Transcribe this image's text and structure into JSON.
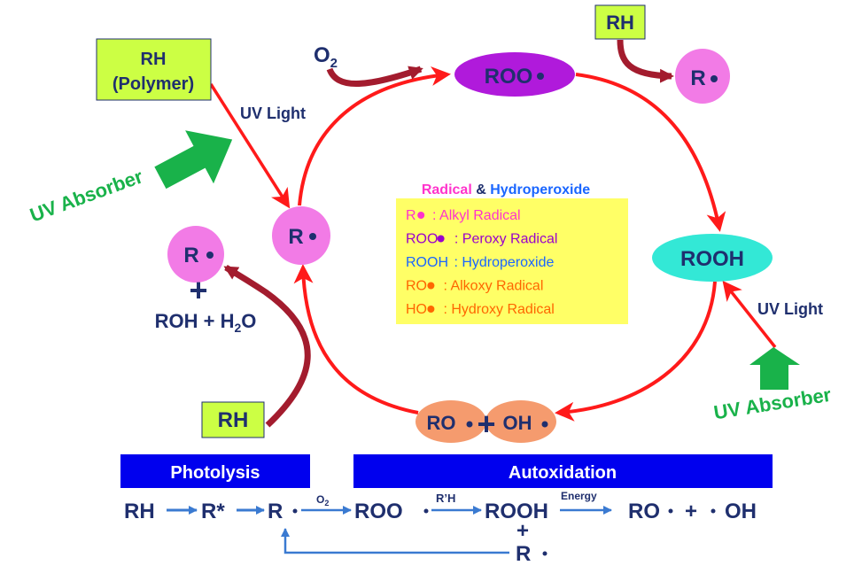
{
  "cycle": {
    "rh_polymer": [
      "RH",
      "(Polymer)"
    ],
    "uv_light_left": "UV Light",
    "uv_absorber_left": "UV Absorber",
    "o2": {
      "main": "O",
      "sub": "2"
    },
    "rh_top": "RH",
    "roo_node": "ROO",
    "r_top_right": "R",
    "r_center": "R",
    "r_left": "R",
    "plus_left": "+",
    "roh_h2o": {
      "a": "ROH + H",
      "sub": "2",
      "b": "O"
    },
    "rooh_node": "ROOH",
    "uv_light_right": "UV Light",
    "uv_absorber_right": "UV Absorber",
    "ro_node": "RO",
    "plus_center": "+",
    "oh_node": "OH",
    "rh_bottom": "RH"
  },
  "legend": {
    "title_radical": "Radical",
    "title_amp": "&",
    "title_hydroperoxide": "Hydroperoxide",
    "items": [
      {
        "symbol": "R",
        "text": " : Alkyl Radical",
        "color": "#ff33cc"
      },
      {
        "symbol": "ROO",
        "text": " : Peroxy Radical",
        "color": "#9900cc"
      },
      {
        "symbol": "ROOH",
        "text": " : Hydroperoxide",
        "color": "#1a66ff"
      },
      {
        "symbol": "RO",
        "text": " : Alkoxy Radical",
        "color": "#ff6600"
      },
      {
        "symbol": "HO",
        "text": " : Hydroxy Radical",
        "color": "#ff6600"
      }
    ]
  },
  "bottom": {
    "photolysis": "Photolysis",
    "autoxidation": "Autoxidation",
    "rh": "RH",
    "r_star": "R*",
    "r": "R",
    "o2": {
      "main": "O",
      "sub": "2"
    },
    "roo": "ROO",
    "r_prime_h": "R’H",
    "rooh": "ROOH",
    "energy": "Energy",
    "ro": "RO",
    "plus1": "+",
    "oh": "OH",
    "plus2": "+",
    "r_bottom": "R"
  },
  "colors": {
    "cycle_red": "#ff1a1a",
    "dark_red": "#a31c2e",
    "navy": "#1f2f6e",
    "magenta_node": "#f27be6",
    "purple_node": "#b01adb",
    "teal_node": "#33e8d6",
    "orange_node": "#f59b6e",
    "lime_box": "#ccff44",
    "green_arrow": "#19b24a",
    "legend_bg": "#ffff66",
    "bar_blue": "#0000ee",
    "flow_blue": "#3a7ad1"
  }
}
